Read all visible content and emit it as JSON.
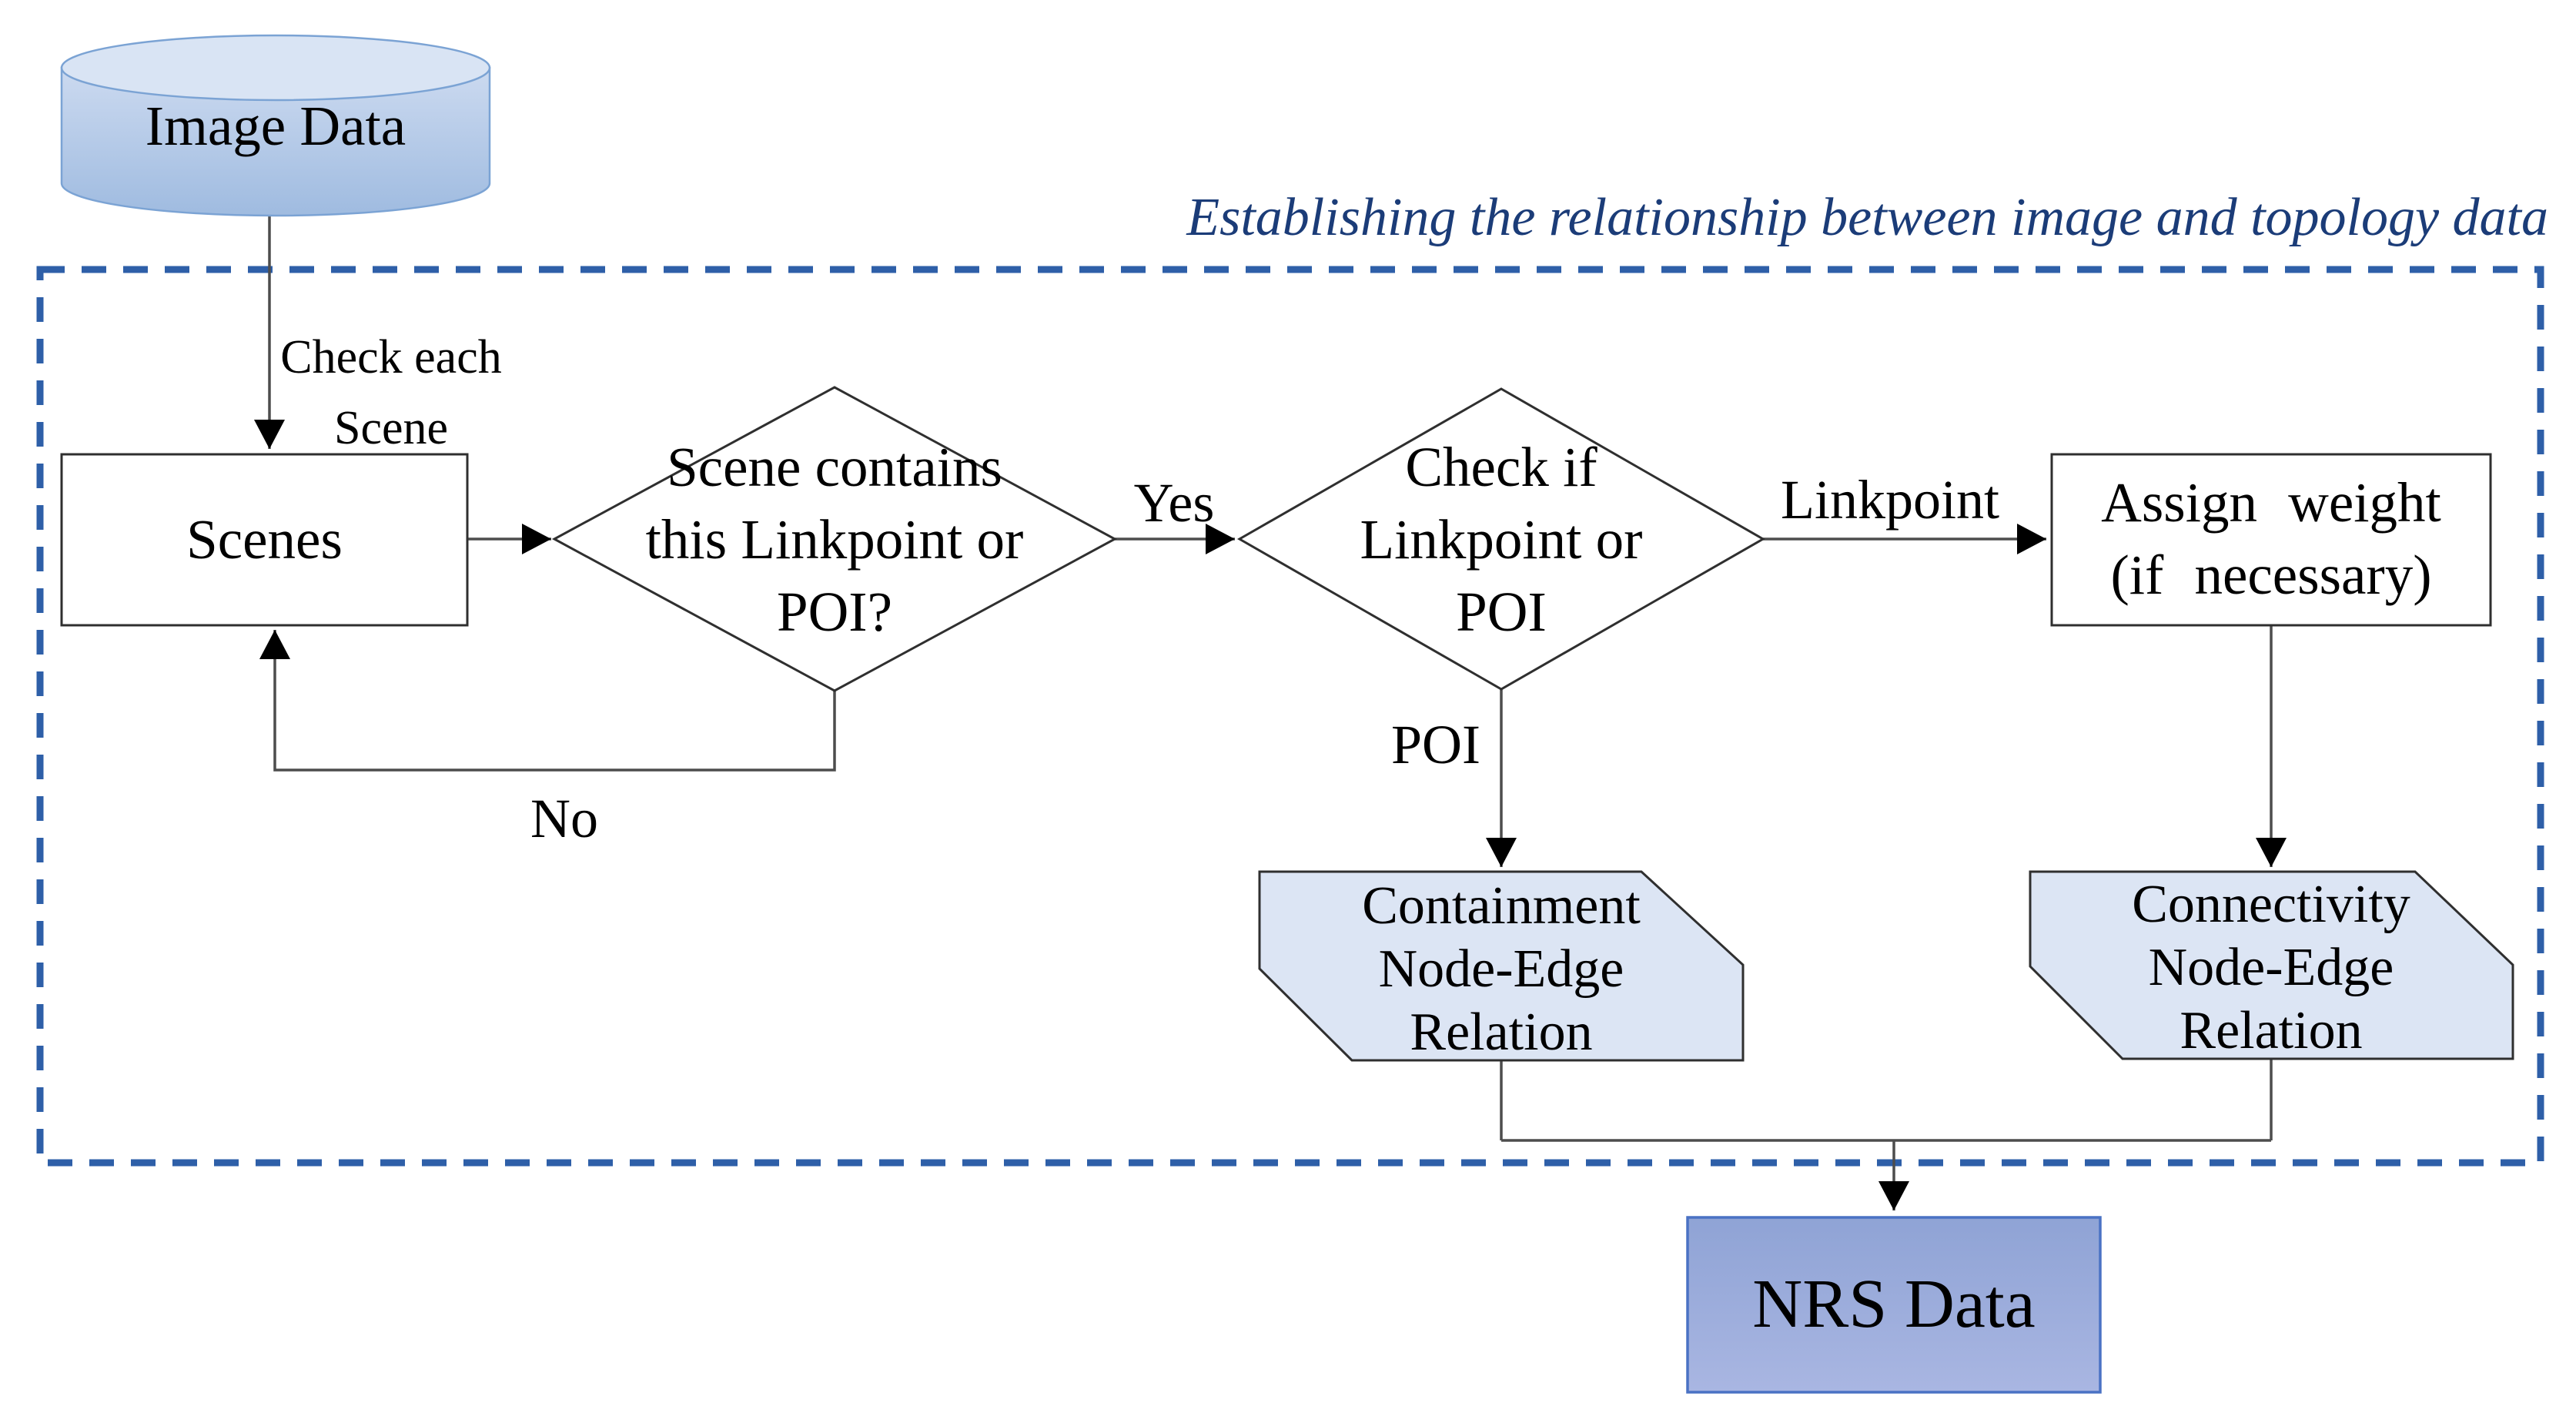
{
  "colors": {
    "page_bg": "#ffffff",
    "dash_border": "#2e5fa8",
    "title_text": "#1b3c78",
    "cylinder_body_top": "#ccdaf0",
    "cylinder_body_bottom": "#9fbbe0",
    "cylinder_top_face": "#d9e4f4",
    "cylinder_stroke": "#7ba3d4",
    "node_fill": "#ffffff",
    "node_stroke": "#2f2f2f",
    "hexagon_fill": "#dce5f4",
    "nrs_fill_top": "#8fa3d5",
    "nrs_fill_bottom": "#a9b6e2",
    "nrs_stroke": "#4a72c4",
    "connector": "#4d4d4d",
    "arrowhead": "#000000",
    "label_text": "#000000"
  },
  "title": "Establishing the relationship between image and topology data",
  "nodes": {
    "image_data": {
      "label": "Image Data"
    },
    "scenes": {
      "label": "Scenes"
    },
    "decision_scene_contains": {
      "lines": [
        "Scene contains",
        "this Linkpoint or",
        "POI?"
      ]
    },
    "decision_check_if": {
      "lines": [
        "Check if",
        "Linkpoint or",
        "POI"
      ]
    },
    "assign_weight": {
      "lines": [
        "Assign weight",
        "(if necessary)"
      ]
    },
    "containment_relation": {
      "lines": [
        "Containment",
        "Node-Edge",
        "Relation"
      ]
    },
    "connectivity_relation": {
      "lines": [
        "Connectivity",
        "Node-Edge",
        "Relation"
      ]
    },
    "nrs_data": {
      "label": "NRS Data"
    }
  },
  "edge_labels": {
    "check_each_scene": {
      "lines": [
        "Check each",
        "Scene"
      ]
    },
    "yes": "Yes",
    "no": "No",
    "poi": "POI",
    "linkpoint": "Linkpoint"
  }
}
